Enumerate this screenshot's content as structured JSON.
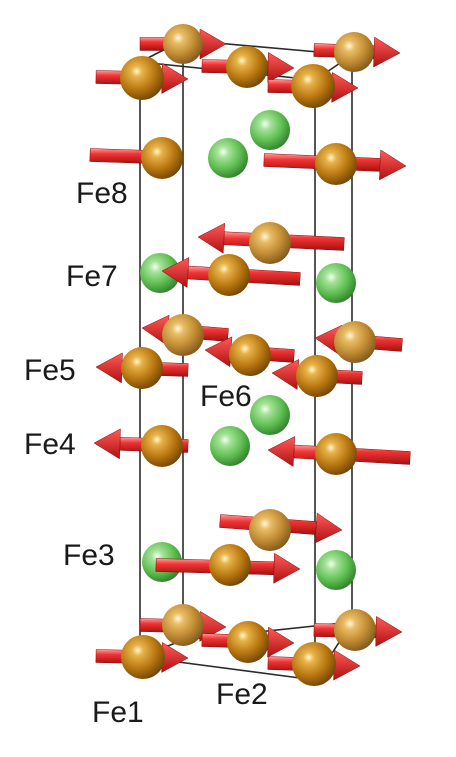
{
  "labels": {
    "fe1": "Fe1",
    "fe2": "Fe2",
    "fe3": "Fe3",
    "fe4": "Fe4",
    "fe5": "Fe5",
    "fe6": "Fe6",
    "fe7": "Fe7",
    "fe8": "Fe8"
  },
  "colors": {
    "iron_atom": "#b8760f",
    "other_atom": "#5fbf52",
    "spin_arrow": "#e42a2a",
    "cell_edge": "#2b2b2b"
  }
}
